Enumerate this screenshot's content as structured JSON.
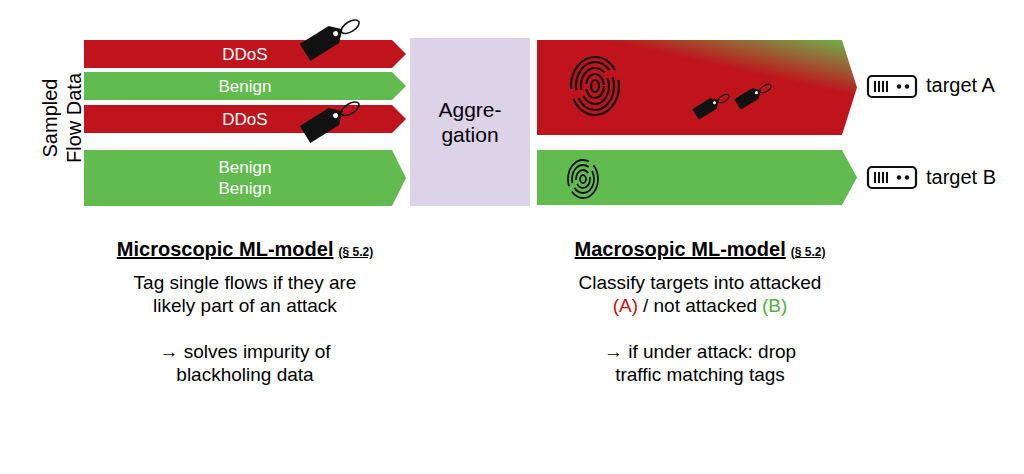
{
  "diagram": {
    "nodes": [
      {
        "text": [
          "DDoS"
        ]
      },
      {
        "text": [
          "Benign"
        ]
      },
      {
        "text": [
          "DDoS"
        ]
      },
      {
        "text": [
          "Benign",
          "Benign"
        ]
      },
      {
        "text": [
          "Aggre- gation"
        ]
      }
    ],
    "labels": [
      "Sampled Flow Data",
      "target A",
      "target B",
      "Microscopic ML-model",
      "(§ 5.2)",
      "Tag single flows if they are likely part of an attack",
      "→ solves impurity of blackholing data",
      "Macrosopic ML-model",
      "(§ 5.2)",
      "Classify targets into attacked",
      "(A)",
      "/ not attacked",
      "(B)",
      "→ if under attack: drop traffic matching tags"
    ]
  }
}
